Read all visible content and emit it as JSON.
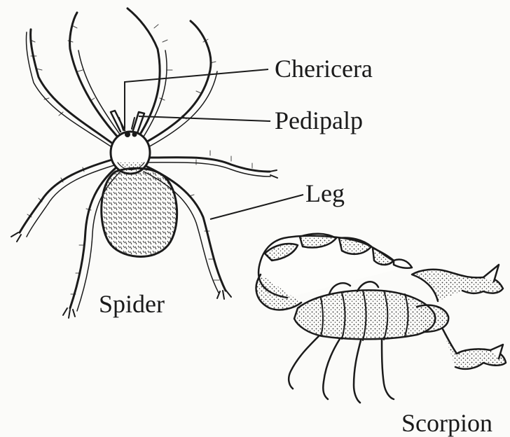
{
  "labels": {
    "chericera": "Chericera",
    "pedipalp": "Pedipalp",
    "leg": "Leg",
    "spider": "Spider",
    "scorpion": "Scorpion"
  }
}
